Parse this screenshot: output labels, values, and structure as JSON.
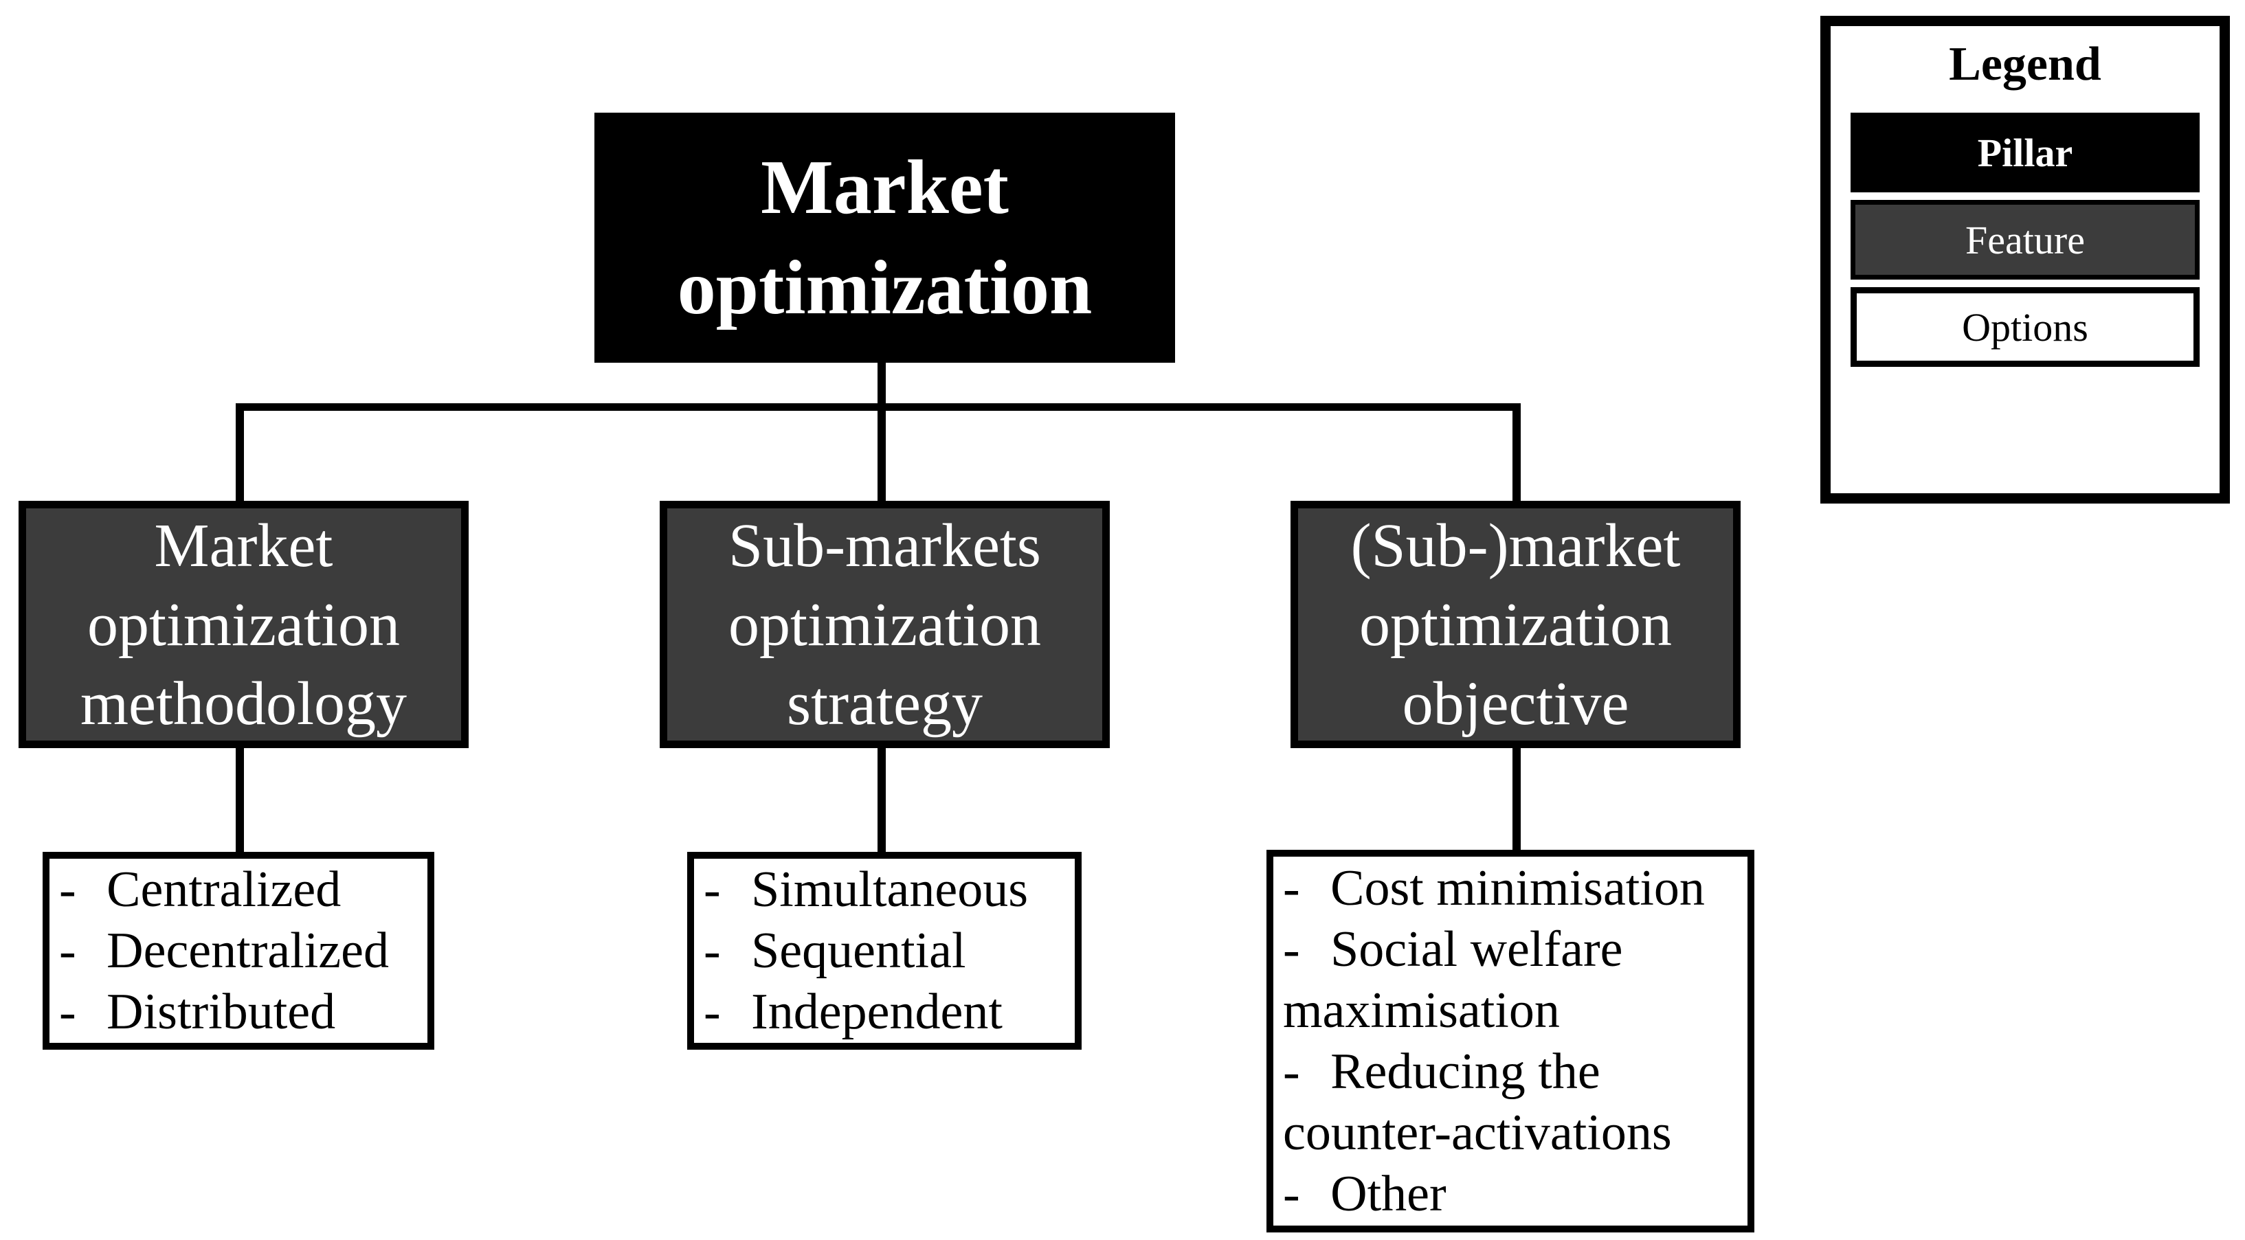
{
  "diagram_title": "Market optimization",
  "pillar": {
    "lines": [
      "Market",
      "optimization"
    ]
  },
  "features": [
    {
      "lines": [
        "Market",
        "optimization",
        "methodology"
      ]
    },
    {
      "lines": [
        "Sub-markets",
        "optimization",
        "strategy"
      ]
    },
    {
      "lines": [
        "(Sub-)market",
        "optimization",
        "objective"
      ]
    }
  ],
  "options": [
    {
      "lines": [
        "- Centralized",
        "- Decentralized",
        "- Distributed"
      ]
    },
    {
      "lines": [
        "- Simultaneous",
        "- Sequential",
        "- Independent"
      ]
    },
    {
      "lines": [
        "- Cost minimisation",
        "- Social welfare",
        "maximisation",
        "- Reducing the",
        "counter-activations",
        "- Other"
      ]
    }
  ],
  "legend": {
    "title": "Legend",
    "items": [
      {
        "label": "Pillar"
      },
      {
        "label": "Feature"
      },
      {
        "label": "Options"
      }
    ]
  },
  "colors": {
    "pillar_bg": "#000000",
    "feature_bg": "#3c3c3c",
    "options_bg": "#ffffff",
    "connector": "#000000",
    "text_on_dark": "#ffffff",
    "text_on_light": "#000000"
  }
}
